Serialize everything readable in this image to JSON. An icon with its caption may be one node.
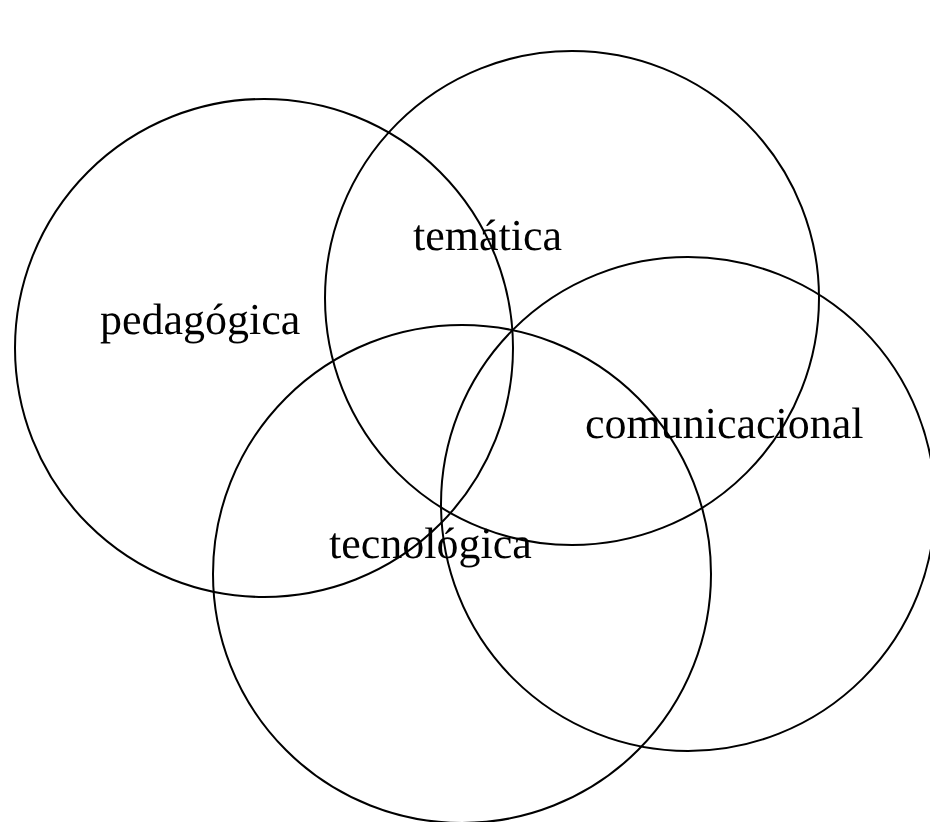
{
  "diagram": {
    "nodes": [
      {
        "text": [
          "pedagógica"
        ]
      },
      {
        "text": [
          "temática"
        ]
      },
      {
        "text": [
          "comunicacional"
        ]
      },
      {
        "text": [
          "tecnológica"
        ]
      }
    ],
    "edges": []
  }
}
